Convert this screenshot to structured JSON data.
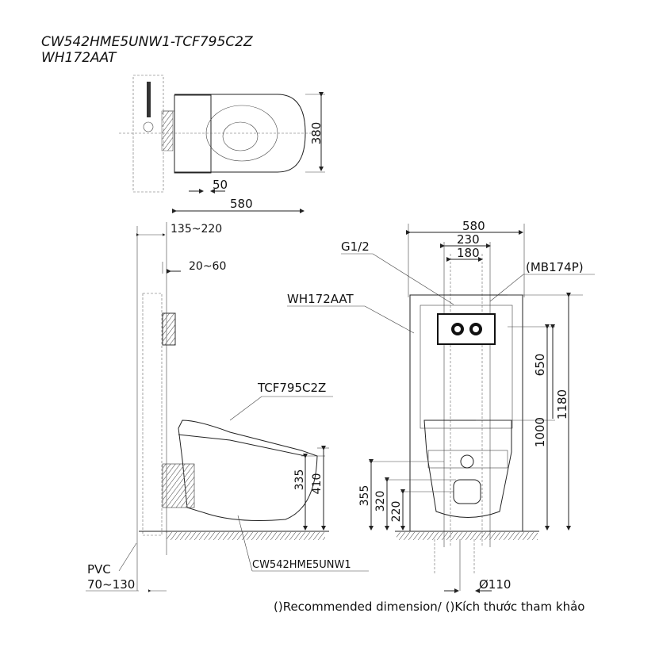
{
  "title": {
    "line1": "CW542HME5UNW1-TCF795C2Z",
    "line2": "WH172AAT"
  },
  "top_view": {
    "dim_depth": "380",
    "dim_offset": "50",
    "dim_length": "580"
  },
  "side_view": {
    "dim_wall": "135~220",
    "dim_gap": "20~60",
    "seat_label": "TCF795C2Z",
    "dim_seat_height": "335",
    "dim_rim_height": "410",
    "bowl_label": "CW542HME5UNW1",
    "pvc_label": "PVC",
    "dim_pvc": "70~130"
  },
  "front_view": {
    "dim_width": "580",
    "dim_inner1": "230",
    "dim_inner2": "180",
    "inlet_label": "G1/2",
    "plate_label": "(MB174P)",
    "frame_label": "WH172AAT",
    "dim_650": "650",
    "dim_1000": "1000",
    "dim_1180": "1180",
    "dim_355": "355",
    "dim_320": "320",
    "dim_220": "220",
    "dim_outlet": "Ø110"
  },
  "footnote": "()Recommended dimension/ ()Kích thước tham khảo"
}
